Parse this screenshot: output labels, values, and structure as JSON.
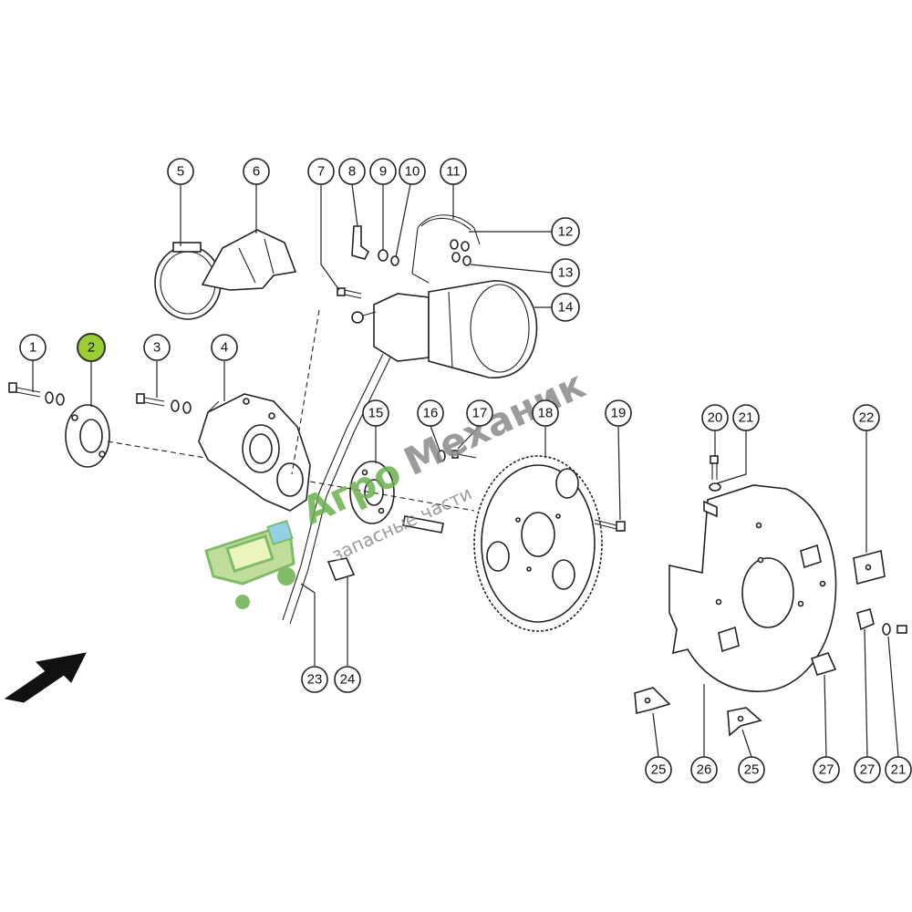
{
  "callouts": [
    {
      "id": "c1",
      "label": "1"
    },
    {
      "id": "c2",
      "label": "2",
      "highlighted": true
    },
    {
      "id": "c3",
      "label": "3"
    },
    {
      "id": "c4",
      "label": "4"
    },
    {
      "id": "c5",
      "label": "5"
    },
    {
      "id": "c6",
      "label": "6"
    },
    {
      "id": "c7",
      "label": "7"
    },
    {
      "id": "c8",
      "label": "8"
    },
    {
      "id": "c9",
      "label": "9"
    },
    {
      "id": "c10",
      "label": "10"
    },
    {
      "id": "c11",
      "label": "11"
    },
    {
      "id": "c12",
      "label": "12"
    },
    {
      "id": "c13",
      "label": "13"
    },
    {
      "id": "c14",
      "label": "14"
    },
    {
      "id": "c15",
      "label": "15"
    },
    {
      "id": "c16",
      "label": "16"
    },
    {
      "id": "c17",
      "label": "17"
    },
    {
      "id": "c18",
      "label": "18"
    },
    {
      "id": "c19",
      "label": "19"
    },
    {
      "id": "c20",
      "label": "20"
    },
    {
      "id": "c21a",
      "label": "21"
    },
    {
      "id": "c22",
      "label": "22"
    },
    {
      "id": "c23",
      "label": "23"
    },
    {
      "id": "c24",
      "label": "24"
    },
    {
      "id": "c25a",
      "label": "25"
    },
    {
      "id": "c26",
      "label": "26"
    },
    {
      "id": "c25b",
      "label": "25"
    },
    {
      "id": "c27a",
      "label": "27"
    },
    {
      "id": "c27b",
      "label": "27"
    },
    {
      "id": "c21b",
      "label": "21"
    }
  ],
  "watermark": {
    "brand_part1": "Агро",
    "brand_part2": "Механик",
    "tagline": "запасные части"
  },
  "colors": {
    "highlight": "#9acd32",
    "watermark_green": "#6ab04c",
    "watermark_gray": "#8a8a8a",
    "line": "#222222"
  }
}
